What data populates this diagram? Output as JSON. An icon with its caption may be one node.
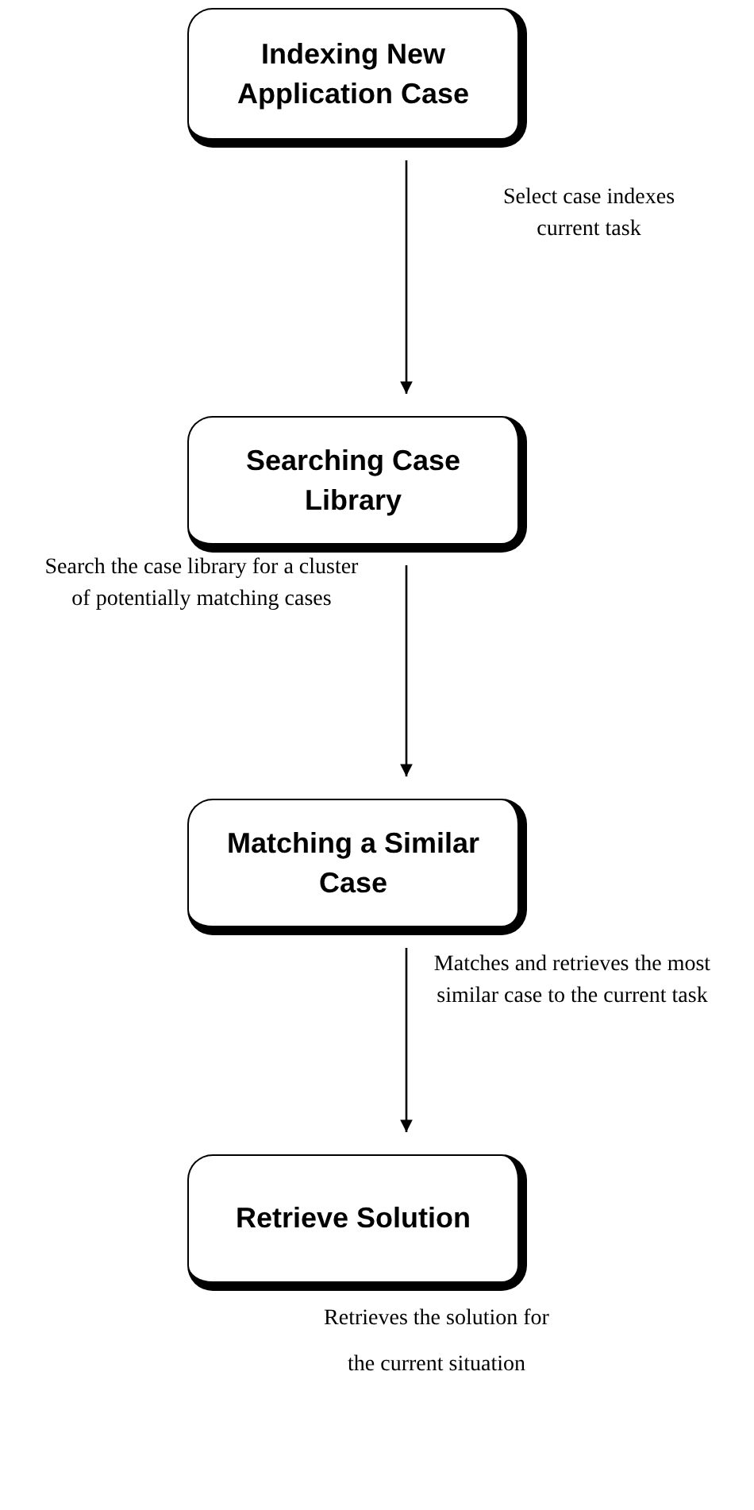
{
  "diagram": {
    "nodes": [
      {
        "text": [
          "Indexing New Application Case"
        ]
      },
      {
        "text": [
          "Searching Case Library"
        ]
      },
      {
        "text": [
          "Matching a Similar Case"
        ]
      },
      {
        "text": [
          "Retrieve Solution"
        ],
        "beside": [
          "Retrieves the solution for the current situation"
        ]
      }
    ],
    "edges": [
      {
        "from": 0,
        "to": 1,
        "arrow": "to",
        "label": "Select case indexes current task"
      },
      {
        "from": 1,
        "to": 2,
        "arrow": "to",
        "label": "Search the case library for a cluster of potentially matching cases"
      },
      {
        "from": 2,
        "to": 3,
        "arrow": "to",
        "label": "Matches and retrieves the most similar case to the current task"
      }
    ]
  }
}
